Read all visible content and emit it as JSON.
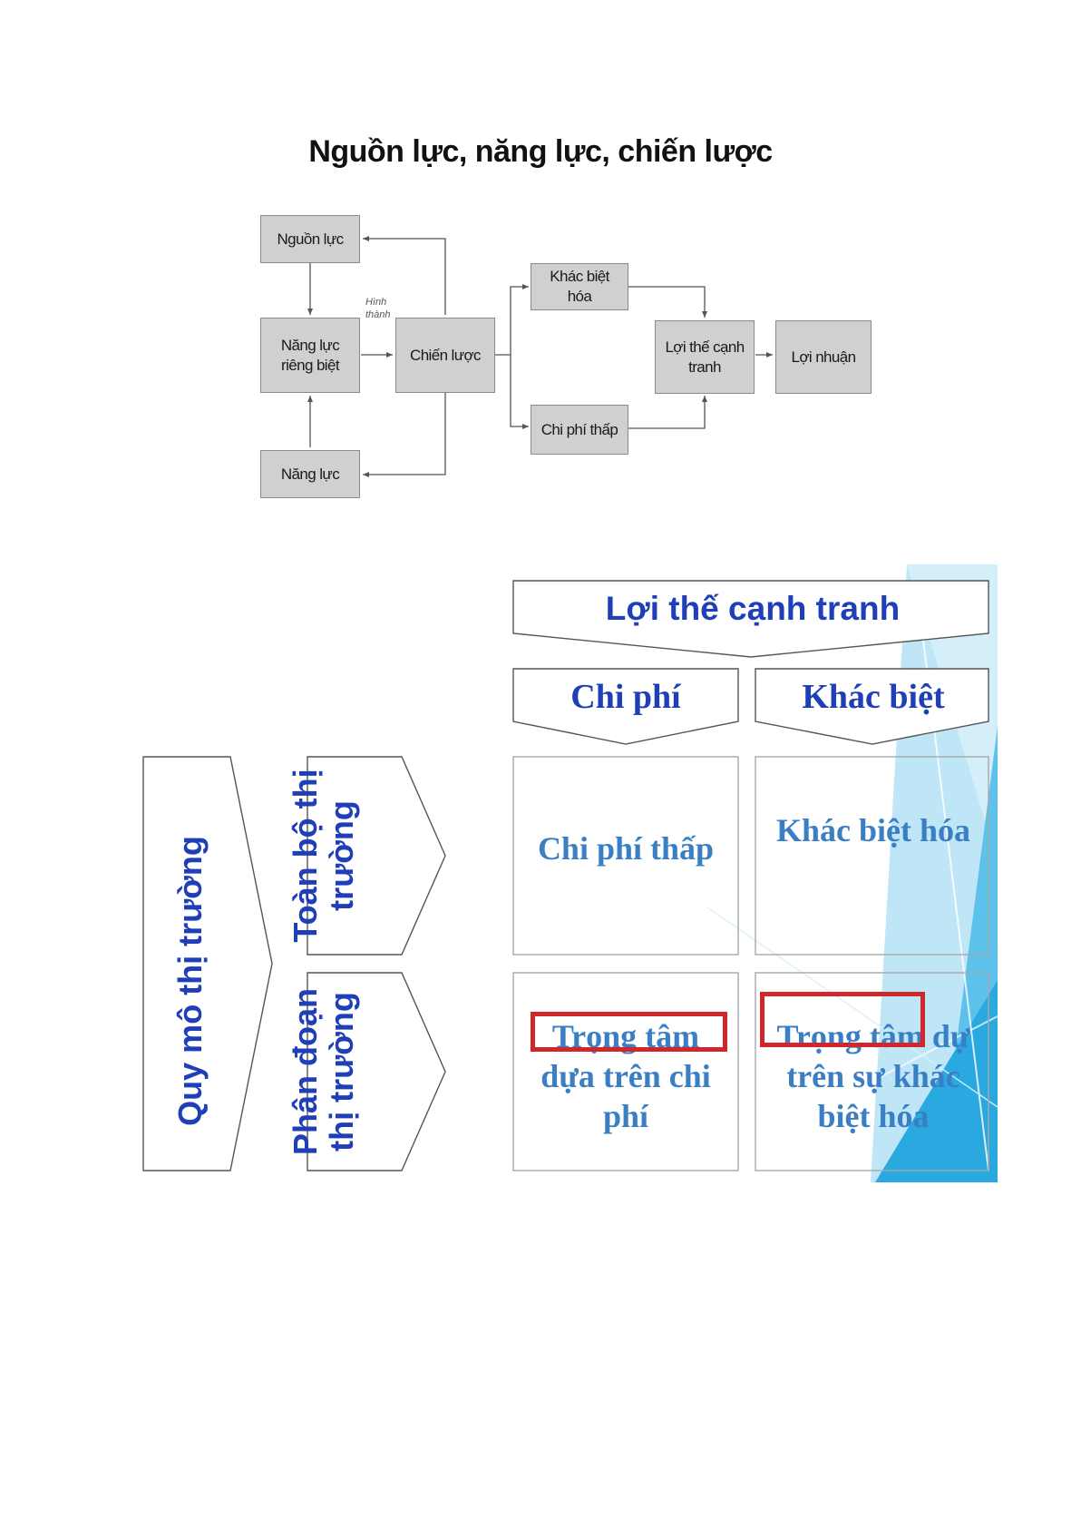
{
  "top_diagram": {
    "title": "Nguồn lực, năng lực, chiến lược",
    "nodes": {
      "resources": "Nguồn lực",
      "distinctive_competence": "Năng lực riêng biệt",
      "capabilities": "Năng lực",
      "strategy": "Chiến lược",
      "differentiation": "Khác biệt hóa",
      "low_cost": "Chi phí thấp",
      "competitive_advantage": "Lợi thế cạnh tranh",
      "profit": "Lợi nhuận"
    },
    "edge_note": "Hình thành"
  },
  "bottom_diagram": {
    "header": "Lợi thế cạnh tranh",
    "col_cost": "Chi phí",
    "col_diff": "Khác biệt",
    "row_axis": "Quy mô thị trường",
    "row_whole": "Toàn bộ thị trường",
    "row_segment": "Phân đoạn thị trường",
    "cell_low_cost": "Chi phí thấp",
    "cell_differentiation": "Khác biệt hóa",
    "cell_focus_cost": "Trọng tâm dựa trên chi phí",
    "cell_focus_diff": "Trọng tâm dự trên sự khác biệt hóa",
    "colors": {
      "label_blue": "#1f3fb8",
      "cell_blue": "#3a7fc4",
      "highlight_red": "#d1262b",
      "accent_cyan": "#3ab4e6"
    }
  }
}
